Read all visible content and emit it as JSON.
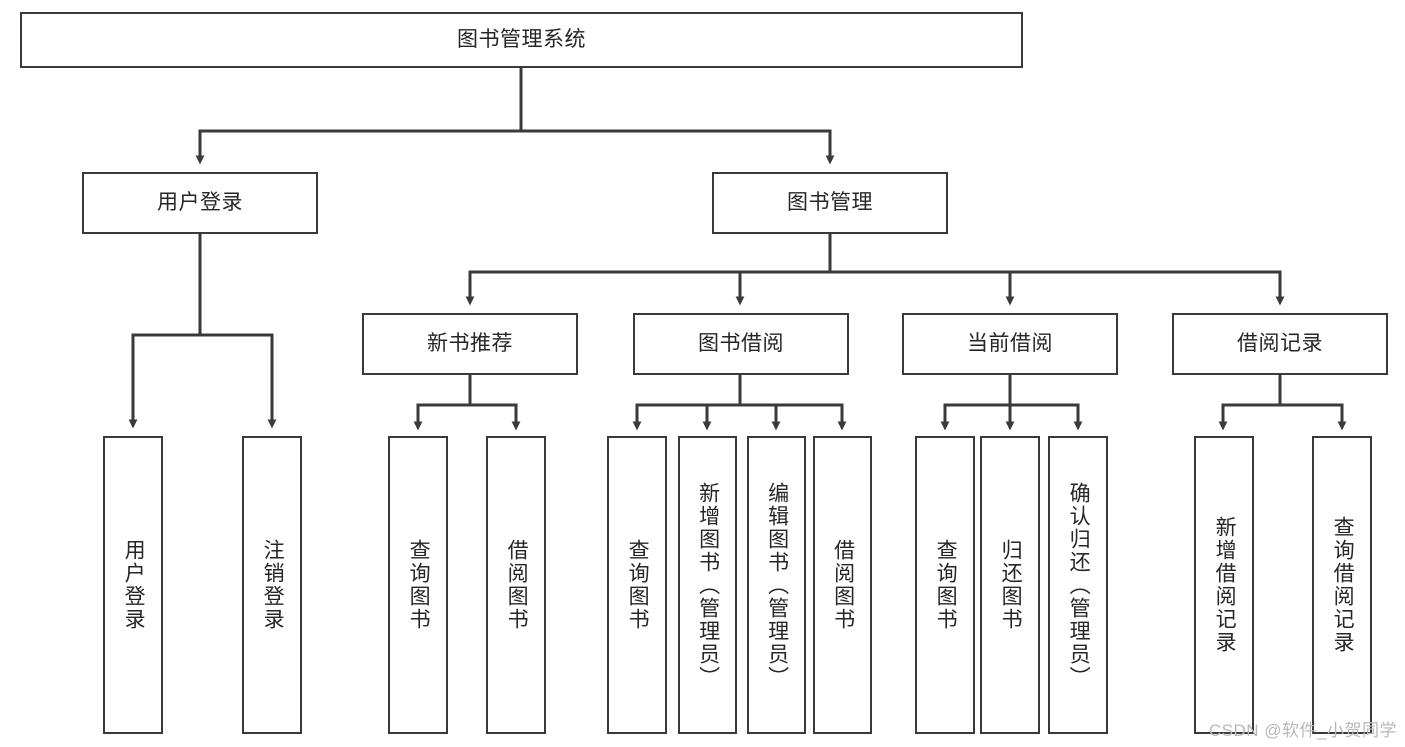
{
  "diagram": {
    "type": "tree",
    "title": "图书管理系统",
    "watermark": "CSDN @软件_小贺同学",
    "edge_color": "#3a3a3a",
    "node_border_color": "#3a3a3a",
    "node_fill_color": "#ffffff",
    "text_color": "#262626",
    "nodes": {
      "root": {
        "label": "图书管理系统"
      },
      "level1": [
        {
          "id": "user-login",
          "label": "用户登录"
        },
        {
          "id": "book-manage",
          "label": "图书管理"
        }
      ],
      "level2": [
        {
          "id": "new-book-recommend",
          "label": "新书推荐"
        },
        {
          "id": "book-borrow",
          "label": "图书借阅"
        },
        {
          "id": "current-borrow",
          "label": "当前借阅"
        },
        {
          "id": "borrow-record",
          "label": "借阅记录"
        }
      ],
      "leaves": {
        "user_login": [
          {
            "id": "leaf-user-login",
            "label": "用户登录"
          },
          {
            "id": "leaf-logout",
            "label": "注销登录"
          }
        ],
        "new_book_recommend": [
          {
            "id": "leaf-query-book-1",
            "label": "查询图书"
          },
          {
            "id": "leaf-borrow-book-1",
            "label": "借阅图书"
          }
        ],
        "book_borrow": [
          {
            "id": "leaf-query-book-2",
            "label": "查询图书"
          },
          {
            "id": "leaf-add-book",
            "label": "新增图书（管理员）"
          },
          {
            "id": "leaf-edit-book",
            "label": "编辑图书（管理员）"
          },
          {
            "id": "leaf-borrow-book-2",
            "label": "借阅图书"
          }
        ],
        "current_borrow": [
          {
            "id": "leaf-query-book-3",
            "label": "查询图书"
          },
          {
            "id": "leaf-return-book",
            "label": "归还图书"
          },
          {
            "id": "leaf-confirm-return",
            "label": "确认归还（管理员）"
          }
        ],
        "borrow_record": [
          {
            "id": "leaf-add-record",
            "label": "新增借阅记录"
          },
          {
            "id": "leaf-query-record",
            "label": "查询借阅记录"
          }
        ]
      }
    }
  }
}
